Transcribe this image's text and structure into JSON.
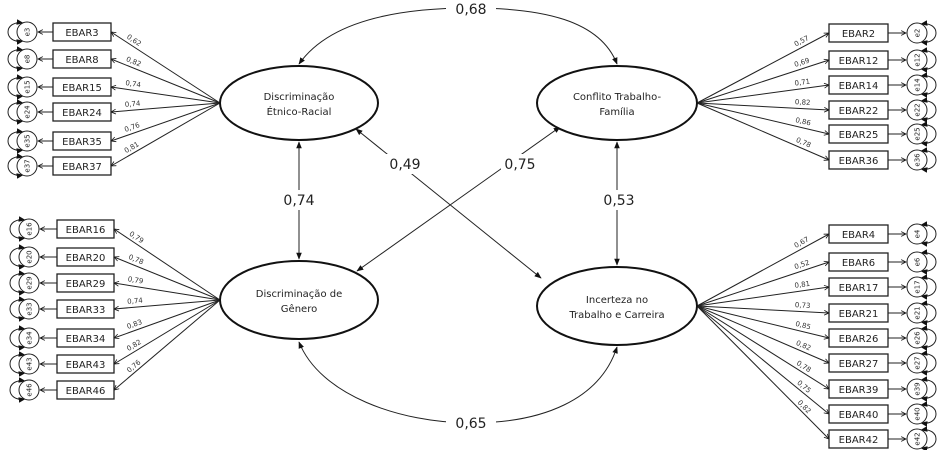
{
  "latent_variables": {
    "der": {
      "lines": [
        "Discriminação",
        "Étnico-Racial"
      ]
    },
    "ctf": {
      "lines": [
        "Conflito Trabalho-",
        "Família"
      ]
    },
    "dg": {
      "lines": [
        "Discriminação de",
        "Gênero"
      ]
    },
    "itc": {
      "lines": [
        "Incerteza no",
        "Trabalho e Carreira"
      ]
    }
  },
  "indicators": {
    "der": [
      {
        "name": "EBAR3",
        "loading": "0,62",
        "error": "e3"
      },
      {
        "name": "EBAR8",
        "loading": "0,82",
        "error": "e8"
      },
      {
        "name": "EBAR15",
        "loading": "0,74",
        "error": "e15"
      },
      {
        "name": "EBAR24",
        "loading": "0,74",
        "error": "e24"
      },
      {
        "name": "EBAR35",
        "loading": "0,76",
        "error": "e35"
      },
      {
        "name": "EBAR37",
        "loading": "0,81",
        "error": "e37"
      }
    ],
    "dg": [
      {
        "name": "EBAR16",
        "loading": "0,79",
        "error": "e16"
      },
      {
        "name": "EBAR20",
        "loading": "0,78",
        "error": "e20"
      },
      {
        "name": "EBAR29",
        "loading": "0,79",
        "error": "e29"
      },
      {
        "name": "EBAR33",
        "loading": "0,74",
        "error": "e33"
      },
      {
        "name": "EBAR34",
        "loading": "0,83",
        "error": "e34"
      },
      {
        "name": "EBAR43",
        "loading": "0,82",
        "error": "e43"
      },
      {
        "name": "EBAR46",
        "loading": "0,76",
        "error": "e46"
      }
    ],
    "ctf": [
      {
        "name": "EBAR2",
        "loading": "0,57",
        "error": "e2"
      },
      {
        "name": "EBAR12",
        "loading": "0,69",
        "error": "e12"
      },
      {
        "name": "EBAR14",
        "loading": "0,71",
        "error": "e14"
      },
      {
        "name": "EBAR22",
        "loading": "0,82",
        "error": "e22"
      },
      {
        "name": "EBAR25",
        "loading": "0,86",
        "error": "e25"
      },
      {
        "name": "EBAR36",
        "loading": "0,78",
        "error": "e36"
      }
    ],
    "itc": [
      {
        "name": "EBAR4",
        "loading": "0,67",
        "error": "e4"
      },
      {
        "name": "EBAR6",
        "loading": "0,52",
        "error": "e6"
      },
      {
        "name": "EBAR17",
        "loading": "0,81",
        "error": "e17"
      },
      {
        "name": "EBAR21",
        "loading": "0,73",
        "error": "e21"
      },
      {
        "name": "EBAR26",
        "loading": "0,85",
        "error": "e26"
      },
      {
        "name": "EBAR27",
        "loading": "0,82",
        "error": "e27"
      },
      {
        "name": "EBAR39",
        "loading": "0,78",
        "error": "e39"
      },
      {
        "name": "EBAR40",
        "loading": "0,75",
        "error": "e40"
      },
      {
        "name": "EBAR42",
        "loading": "0,82",
        "error": "e42"
      }
    ]
  },
  "covariances": {
    "der_ctf": "0,68",
    "der_dg": "0,74",
    "der_itc": "0,49",
    "ctf_dg": "0,75",
    "ctf_itc": "0,53",
    "dg_itc": "0,65"
  }
}
